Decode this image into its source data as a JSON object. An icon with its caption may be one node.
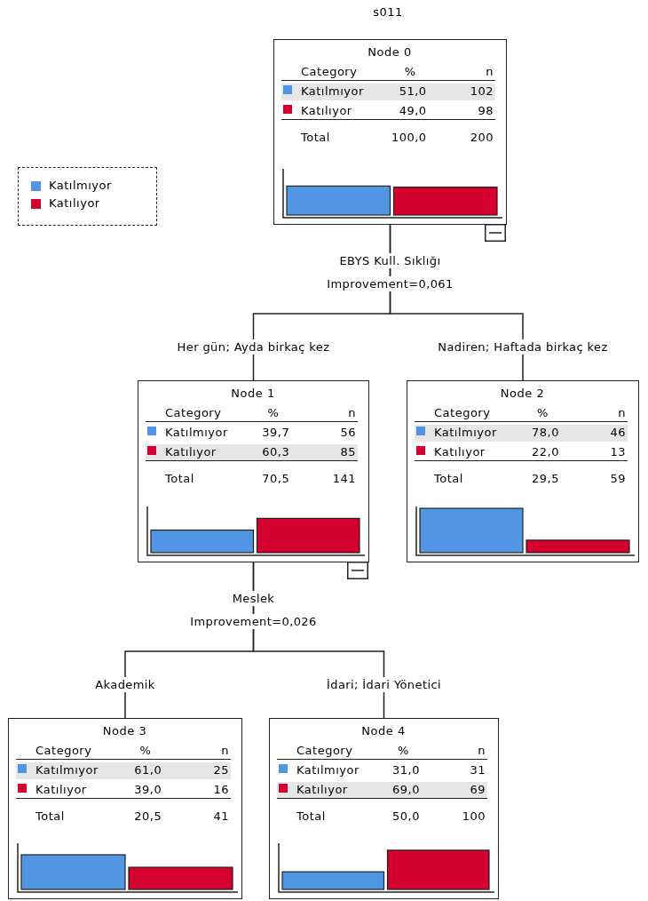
{
  "diagram": {
    "title": "s011",
    "nodes": [
      {
        "text": [
          "Node 0",
          "Category",
          "%",
          "n",
          "Katılmıyor",
          "51,0",
          "102",
          "Katılıyor",
          "49,0",
          "98",
          "Total",
          "100,0",
          "200"
        ],
        "beside": [
          "EBYS Kull. Sıklığı",
          "Improvement=0,061"
        ]
      },
      {
        "text": [
          "Node 1",
          "Category",
          "%",
          "n",
          "Katılmıyor",
          "39,7",
          "56",
          "Katılıyor",
          "60,3",
          "85",
          "Total",
          "70,5",
          "141"
        ],
        "beside": [
          "Meslek",
          "Improvement=0,026"
        ]
      },
      {
        "text": [
          "Node 2",
          "Category",
          "%",
          "n",
          "Katılmıyor",
          "78,0",
          "46",
          "Katılıyor",
          "22,0",
          "13",
          "Total",
          "29,5",
          "59"
        ]
      },
      {
        "text": [
          "Node 3",
          "Category",
          "%",
          "n",
          "Katılmıyor",
          "61,0",
          "25",
          "Katılıyor",
          "39,0",
          "16",
          "Total",
          "20,5",
          "41"
        ]
      },
      {
        "text": [
          "Node 4",
          "Category",
          "%",
          "n",
          "Katılmıyor",
          "31,0",
          "31",
          "Katılıyor",
          "69,0",
          "69",
          "Total",
          "50,0",
          "100"
        ]
      }
    ],
    "edges": [
      {
        "from": 0,
        "to": 1,
        "arrow": "none",
        "label": "Her gün; Ayda birkaç kez"
      },
      {
        "from": 0,
        "to": 2,
        "arrow": "none",
        "label": "Nadiren; Haftada birkaç kez"
      },
      {
        "from": 1,
        "to": 3,
        "arrow": "none",
        "label": "Akademik"
      },
      {
        "from": 1,
        "to": 4,
        "arrow": "none",
        "label": "İdari; İdari Yönetici"
      }
    ],
    "legend": [
      {
        "text": "Katılmıyor",
        "color": "#5096e2"
      },
      {
        "text": "Katılıyor",
        "color": "#d4002e"
      }
    ]
  }
}
